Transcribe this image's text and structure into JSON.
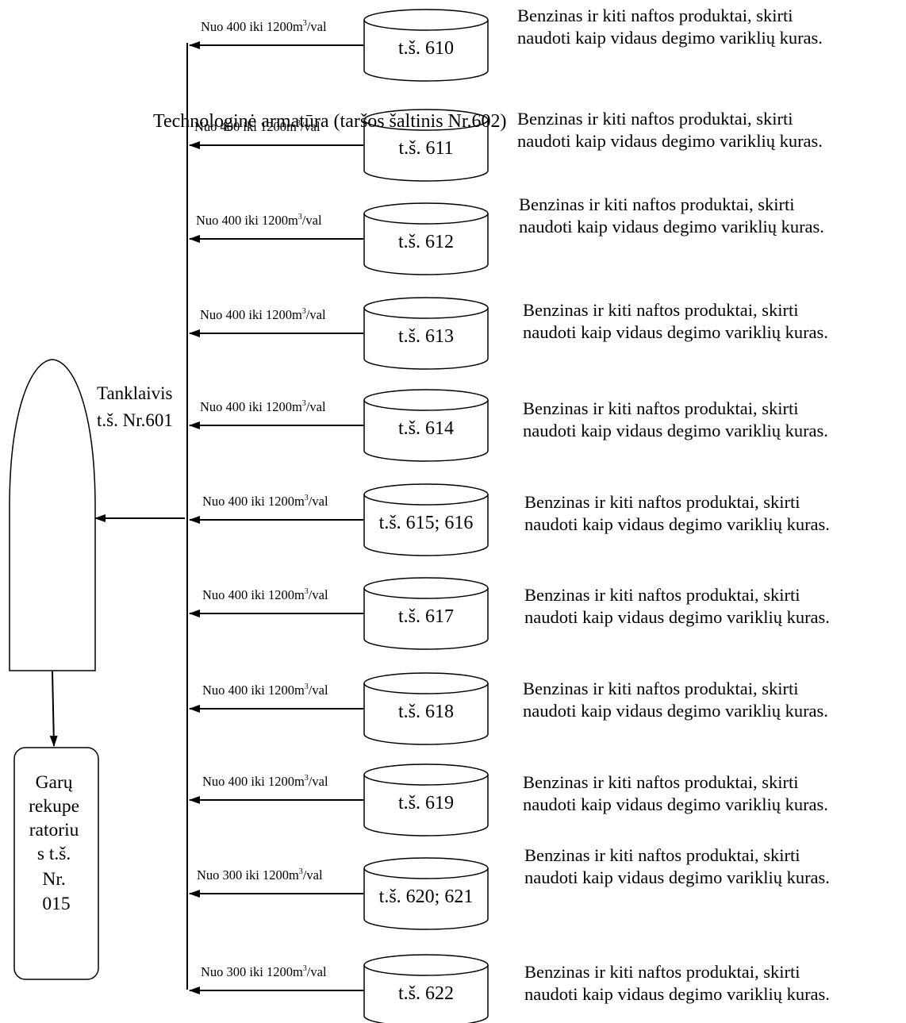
{
  "title": "Technologinė armatūra (taršos šaltinis Nr.602)",
  "ship": {
    "line1": "Tanklaivis",
    "line2": "t.š. Nr.601"
  },
  "recuperator": {
    "lines": [
      "Garų",
      "rekupe",
      "ratoriu",
      "s t.š.",
      "Nr.",
      "015"
    ]
  },
  "flow_unit": {
    "base": "1200m",
    "exp": "3",
    "suffix": "/val"
  },
  "tanks": [
    {
      "label": "t.š. 610",
      "flow_prefix": "Nuo 400 iki",
      "desc1": "Benzinas ir kiti naftos produktai, skirti",
      "desc2": "naudoti kaip vidaus degimo variklių kuras."
    },
    {
      "label": "t.š. 611",
      "flow_prefix": "Nuo 400 iki",
      "desc1": "Benzinas ir kiti naftos produktai, skirti",
      "desc2": "naudoti kaip vidaus degimo variklių kuras."
    },
    {
      "label": "t.š. 612",
      "flow_prefix": "Nuo 400 iki",
      "desc1": "Benzinas ir kiti naftos produktai, skirti",
      "desc2": "naudoti kaip vidaus degimo variklių kuras."
    },
    {
      "label": "t.š. 613",
      "flow_prefix": "Nuo 400 iki",
      "desc1": "Benzinas ir kiti naftos produktai, skirti",
      "desc2": "naudoti kaip vidaus degimo variklių kuras."
    },
    {
      "label": "t.š. 614",
      "flow_prefix": "Nuo 400 iki",
      "desc1": "Benzinas ir kiti naftos produktai, skirti",
      "desc2": "naudoti kaip vidaus degimo variklių kuras."
    },
    {
      "label": "t.š. 615; 616",
      "flow_prefix": "Nuo 400 iki",
      "desc1": "Benzinas ir kiti naftos produktai, skirti",
      "desc2": "naudoti kaip vidaus degimo variklių kuras."
    },
    {
      "label": "t.š. 617",
      "flow_prefix": "Nuo 400 iki",
      "desc1": "Benzinas ir kiti naftos produktai, skirti",
      "desc2": "naudoti kaip vidaus degimo variklių kuras."
    },
    {
      "label": "t.š. 618",
      "flow_prefix": "Nuo 400 iki",
      "desc1": "Benzinas ir kiti naftos produktai, skirti",
      "desc2": "naudoti kaip vidaus degimo variklių kuras."
    },
    {
      "label": "t.š. 619",
      "flow_prefix": "Nuo 400 iki",
      "desc1": "Benzinas ir kiti naftos produktai, skirti",
      "desc2": "naudoti kaip vidaus degimo variklių kuras."
    },
    {
      "label": "t.š. 620; 621",
      "flow_prefix": "Nuo 300 iki",
      "desc1": "Benzinas ir kiti naftos produktai, skirti",
      "desc2": "naudoti kaip vidaus degimo variklių kuras."
    },
    {
      "label": "t.š. 622",
      "flow_prefix": "Nuo 300 iki",
      "desc1": "Benzinas ir kiti naftos produktai, skirti",
      "desc2": "naudoti kaip vidaus degimo variklių kuras."
    }
  ]
}
